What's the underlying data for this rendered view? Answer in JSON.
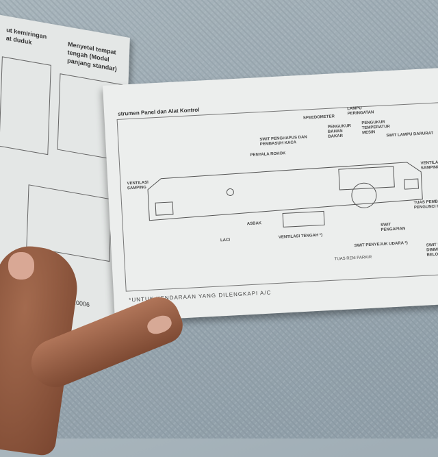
{
  "left_page": {
    "heading_1": "ut kemiringan",
    "heading_2": "at duduk",
    "heading_3": "Menyetel tempat",
    "heading_4": "tengah (Model",
    "heading_5": "panjang standar)",
    "page_code": "10810006"
  },
  "right_page": {
    "title": "strumen Panel dan Alat Kontrol",
    "labels": {
      "speedometer": "SPEEDOMETER",
      "lampu_peringatan": "LAMPU PERINGATAN",
      "pengukur_bahan_bakar": "PENGUKUR BAHAN BAKAR",
      "pengukur_temperatur": "PENGUKUR TEMPERATUR MESIN",
      "swit_penghapus": "SWIT PENGHAPUS DAN PEMBASUH KACA",
      "swit_lampu_darurat": "SWIT LAMPU DARURAT",
      "penyala_rokok": "PENYALA ROKOK",
      "ventilasi_samping_left": "VENTILASI SAMPING",
      "ventilasi_samping_right": "VENTILASI SAMPING",
      "tuas_pembebas": "TUAS PEMBEBAS PENGUNCI KAP",
      "asbak": "ASBAK",
      "laci": "LACI",
      "ventilasi_tengah": "VENTILASI TENGAH *)",
      "swit_pengapian": "SWIT PENGAPIAN",
      "swit_penyejuk": "SWIT PENYEJUK UDARA *)",
      "tuas_rem_parkir": "TUAS REM PARKIR",
      "swit_lampu_dimmer": "SWIT LAMPU DIMMER DAN BELOK"
    },
    "footnote": "*UNTUK KENDARAAN YANG DILENGKAPI A/C"
  }
}
